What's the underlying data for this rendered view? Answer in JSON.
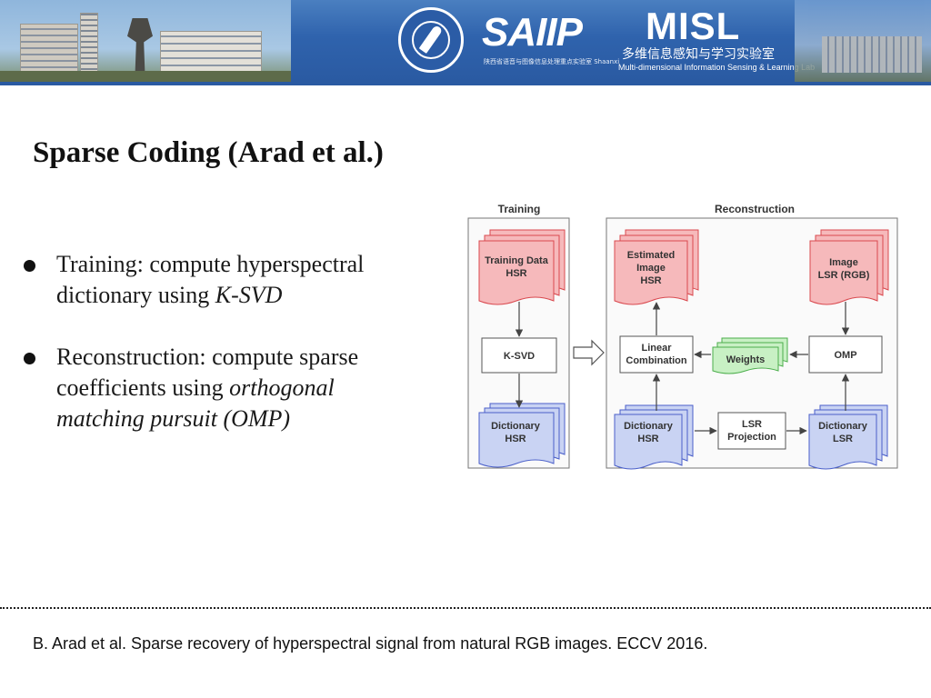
{
  "header": {
    "saiip_logo_text": "SAIIP",
    "saiip_subtitle": "陕西省语音与图像信息处理重点实验室 Shaanxi Provincial Key Laboratory of Speech & Image Information Processing",
    "misl_logo_text": "MISL",
    "misl_cn": "多维信息感知与学习实验室",
    "misl_en": "Multi-dimensional Information Sensing & Learning Lab"
  },
  "slide": {
    "title": "Sparse Coding (Arad et al.)",
    "bullets": [
      {
        "line1": "Training: compute hyperspectral",
        "line2_prefix": "dictionary using ",
        "line2_italic": "K-SVD"
      },
      {
        "line1": "Reconstruction: compute sparse",
        "line2_prefix": "coefficients using ",
        "line2_italic": "orthogonal",
        "line3_italic": "matching pursuit (OMP)"
      }
    ]
  },
  "diagram": {
    "colors": {
      "red_fill": "#f6b9bb",
      "red_stroke": "#d9494f",
      "blue_fill": "#c9d3f3",
      "blue_stroke": "#4a5fc9",
      "green_fill": "#c8f0c4",
      "green_stroke": "#4cae4c"
    },
    "training_title": "Training",
    "reconstruction_title": "Reconstruction",
    "training_data": [
      "Training Data",
      "HSR"
    ],
    "ksvd": "K-SVD",
    "dictionary_hsr_train": [
      "Dictionary",
      "HSR"
    ],
    "estimated_image": [
      "Estimated",
      "Image",
      "HSR"
    ],
    "image_lsr": [
      "Image",
      "LSR (RGB)"
    ],
    "linear_combination": [
      "Linear",
      "Combination"
    ],
    "weights": "Weights",
    "omp": "OMP",
    "dictionary_hsr_recon": [
      "Dictionary",
      "HSR"
    ],
    "lsr_projection": [
      "LSR",
      "Projection"
    ],
    "dictionary_lsr": [
      "Dictionary",
      "LSR"
    ]
  },
  "footer": {
    "reference": "B. Arad et al. Sparse recovery of hyperspectral signal from natural RGB images. ECCV 2016."
  }
}
